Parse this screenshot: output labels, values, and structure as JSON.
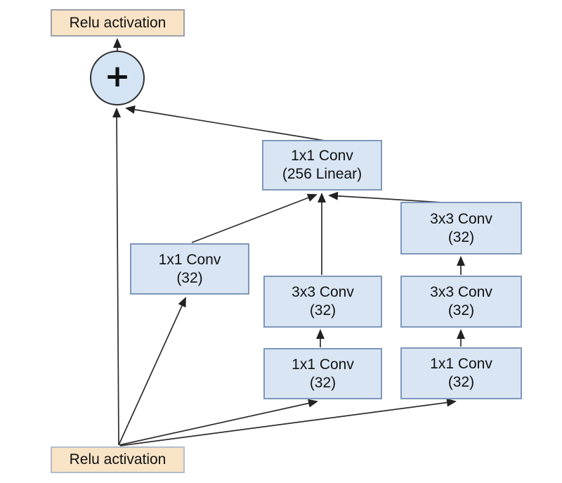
{
  "diagram": {
    "type": "neural-network-block",
    "nodes": {
      "relu_top": {
        "label": "Relu activation"
      },
      "add": {
        "symbol": "+"
      },
      "conv_256": {
        "line1": "1x1 Conv",
        "line2": "(256 Linear)"
      },
      "conv_left_1x1": {
        "line1": "1x1 Conv",
        "line2": "(32)"
      },
      "conv_mid_3x3": {
        "line1": "3x3 Conv",
        "line2": "(32)"
      },
      "conv_mid_1x1": {
        "line1": "1x1 Conv",
        "line2": "(32)"
      },
      "conv_right_3x3_top": {
        "line1": "3x3 Conv",
        "line2": "(32)"
      },
      "conv_right_3x3_mid": {
        "line1": "3x3 Conv",
        "line2": "(32)"
      },
      "conv_right_1x1": {
        "line1": "1x1 Conv",
        "line2": "(32)"
      },
      "relu_bottom": {
        "label": "Relu activation"
      }
    },
    "colors": {
      "conv_fill": "#d9e5f3",
      "conv_border": "#7f97ba",
      "relu_fill": "#f9e3c6",
      "relu_border_top": "#9aa1a8",
      "relu_border_bottom": "#b3bdc9",
      "circle_fill": "#d4e4f5",
      "circle_border": "#2f2f2f",
      "arrow_line": "#2d2d2d",
      "text": "#111111",
      "background": "#ffffff"
    }
  }
}
